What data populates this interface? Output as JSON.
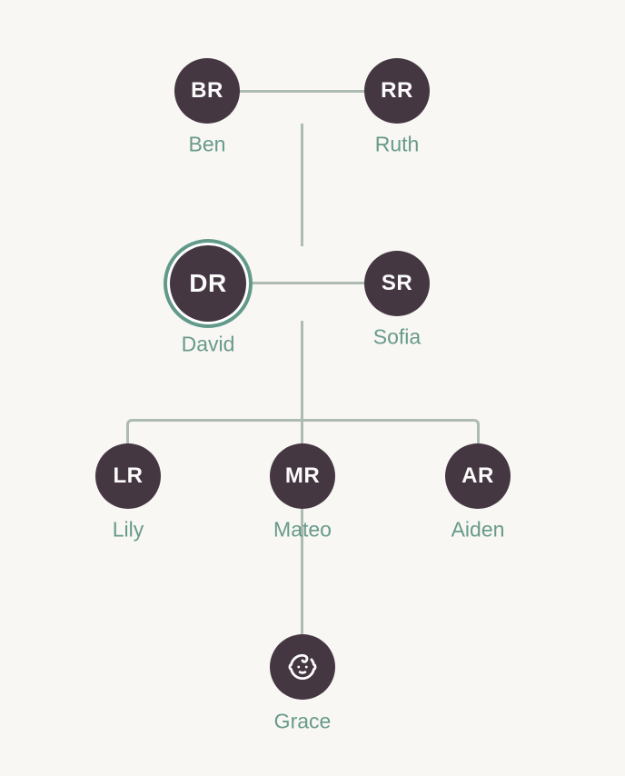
{
  "colors": {
    "background": "#f8f7f4",
    "node_fill": "#453742",
    "node_initials": "#fcfbfb",
    "name_label": "#689a8a",
    "connector_line": "#adbbb2",
    "selected_ring": "#629a8a",
    "selected_ring_gap": "#ffffff"
  },
  "people": {
    "ben": {
      "initials": "BR",
      "name": "Ben"
    },
    "ruth": {
      "initials": "RR",
      "name": "Ruth"
    },
    "david": {
      "initials": "DR",
      "name": "David",
      "selected": true
    },
    "sofia": {
      "initials": "SR",
      "name": "Sofia"
    },
    "lily": {
      "initials": "LR",
      "name": "Lily"
    },
    "mateo": {
      "initials": "MR",
      "name": "Mateo"
    },
    "aiden": {
      "initials": "AR",
      "name": "Aiden"
    },
    "grace": {
      "name": "Grace",
      "icon": "baby-icon"
    }
  },
  "relationships": [
    {
      "partners": [
        "ben",
        "ruth"
      ],
      "children": [
        "david"
      ]
    },
    {
      "partners": [
        "david",
        "sofia"
      ],
      "children": [
        "lily",
        "mateo",
        "aiden"
      ]
    },
    {
      "parent": "mateo",
      "children": [
        "grace"
      ]
    }
  ]
}
